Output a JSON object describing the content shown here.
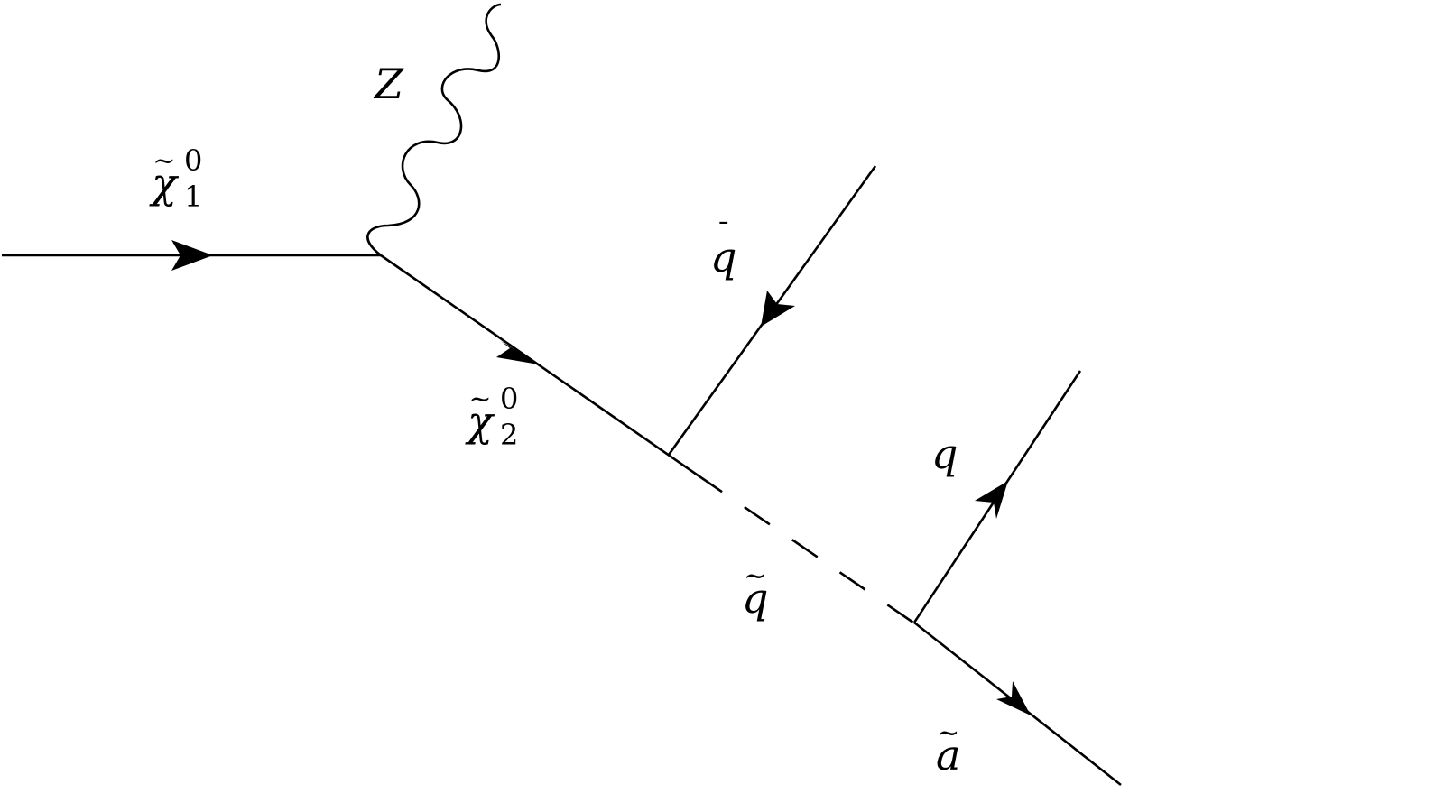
{
  "particles": {
    "chi1": {
      "symbol": "χ",
      "accent": "~",
      "sup": "0",
      "sub": "1"
    },
    "chi2": {
      "symbol": "χ",
      "accent": "~",
      "sup": "0",
      "sub": "2"
    },
    "z_boson": {
      "symbol": "Z"
    },
    "antiquark": {
      "symbol": "q",
      "accent": "¯"
    },
    "squark": {
      "symbol": "q",
      "accent": "~"
    },
    "quark": {
      "symbol": "q"
    },
    "axino": {
      "symbol": "a",
      "accent": "~"
    }
  },
  "line_color": "#000000"
}
